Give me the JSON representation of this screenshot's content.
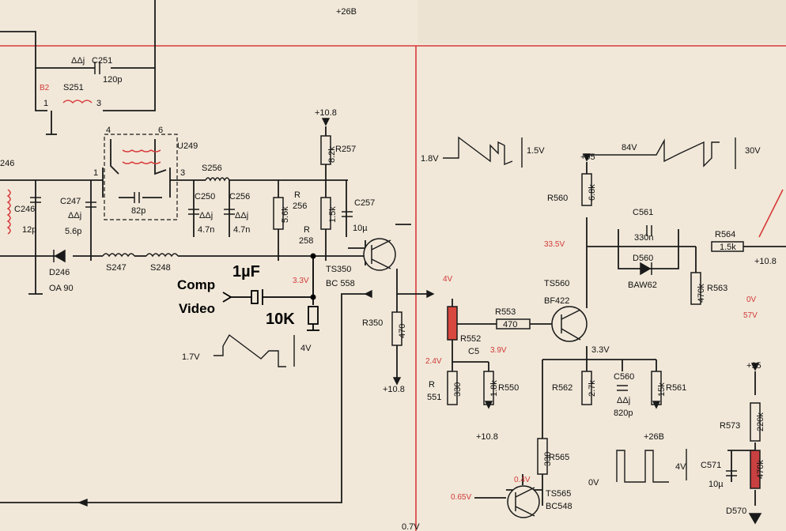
{
  "supply_top": "+26B",
  "sections": {
    "tuner": {
      "c251_code": "ΔΔj",
      "c251": "C251",
      "c251_val": "120p",
      "s251": "S251",
      "u249": "U249",
      "pin1": "1",
      "pin3": "3",
      "pin4": "4",
      "pin6": "6",
      "c82": "82p",
      "s256": "S256",
      "c250": "C250",
      "c250_code": "ΔΔj",
      "c250_val": "4.7n",
      "c256": "C256",
      "c256_code": "ΔΔj",
      "c256_val": "4.7n",
      "c246": "C246",
      "c246_val": "12p",
      "c247": "C247",
      "c247_code": "ΔΔj",
      "c247_val": "5.6p",
      "l246": "246",
      "d246": "D246",
      "d246_type": "OA 90",
      "s247": "S247",
      "s248": "S248"
    },
    "stage1": {
      "v108": "+10.8",
      "r257": "R257",
      "r257_val": "8.2k",
      "r256": "R",
      "r256_num": "256",
      "r256_val": "5.6k",
      "r258": "R",
      "r258_num": "258",
      "r258_val": "1.5k",
      "c257": "C257",
      "c257_val": "10µ",
      "ts350": "TS350",
      "ts350_type": "BC 558",
      "v33": "3.3V",
      "v17": "1.7V",
      "v4": "4V",
      "r350": "R350",
      "r350_val": "470",
      "v108b": "+10.8"
    },
    "stage2": {
      "v18": "1.8V",
      "v15": "1.5V",
      "v95": "+95",
      "r560": "R560",
      "r560_val": "6.8k",
      "v84": "84V",
      "v30": "30V",
      "c561": "C561",
      "c561_val": "330n",
      "d560": "D560",
      "d560_type": "BAW62",
      "r564": "R564",
      "r564_val": "1.5k",
      "r563": "R563",
      "r563_val": "470k",
      "v108c": "+10.8",
      "v335": "33.5V",
      "ts560": "TS560",
      "ts560_type": "BF422",
      "v4red": "4V",
      "r553": "R553",
      "r553_val": "470",
      "r552": "R552",
      "v39": "3.9V",
      "v33b": "3.3V",
      "v24": "2.4V",
      "r551": "R",
      "r551_num": "551",
      "r551_val": "330",
      "r550": "R550",
      "r550_val": "1.8k",
      "v108d": "+10.8",
      "r562": "R562",
      "r562_val": "2.7k",
      "c560": "C560",
      "c560_code": "ΔΔj",
      "c560_val": "820p",
      "r561": "R561",
      "r561_val": "15k",
      "v26b": "+26B",
      "v0": "0V",
      "v57": "57V",
      "c5": "C5"
    },
    "stage3": {
      "r565": "R565",
      "r565_val": "330",
      "v04": "0.4V",
      "v0b": "0V",
      "v4b": "4V",
      "ts565": "TS565",
      "ts565_type": "BC548",
      "v065": "0.65V",
      "v07": "0.7V",
      "v95b": "+95",
      "r573": "R573",
      "r573_val": "220k",
      "c571": "C571",
      "c571_val": "10µ",
      "r_red": "470k",
      "d570": "D570"
    }
  },
  "annotation": {
    "label_line1": "Comp",
    "label_line2": "Video",
    "cap": "1µF",
    "res": "10K"
  },
  "colors": {
    "red_line": "#d83a3a",
    "ink": "#1a1a1a",
    "paper": "#f1e8d9"
  }
}
